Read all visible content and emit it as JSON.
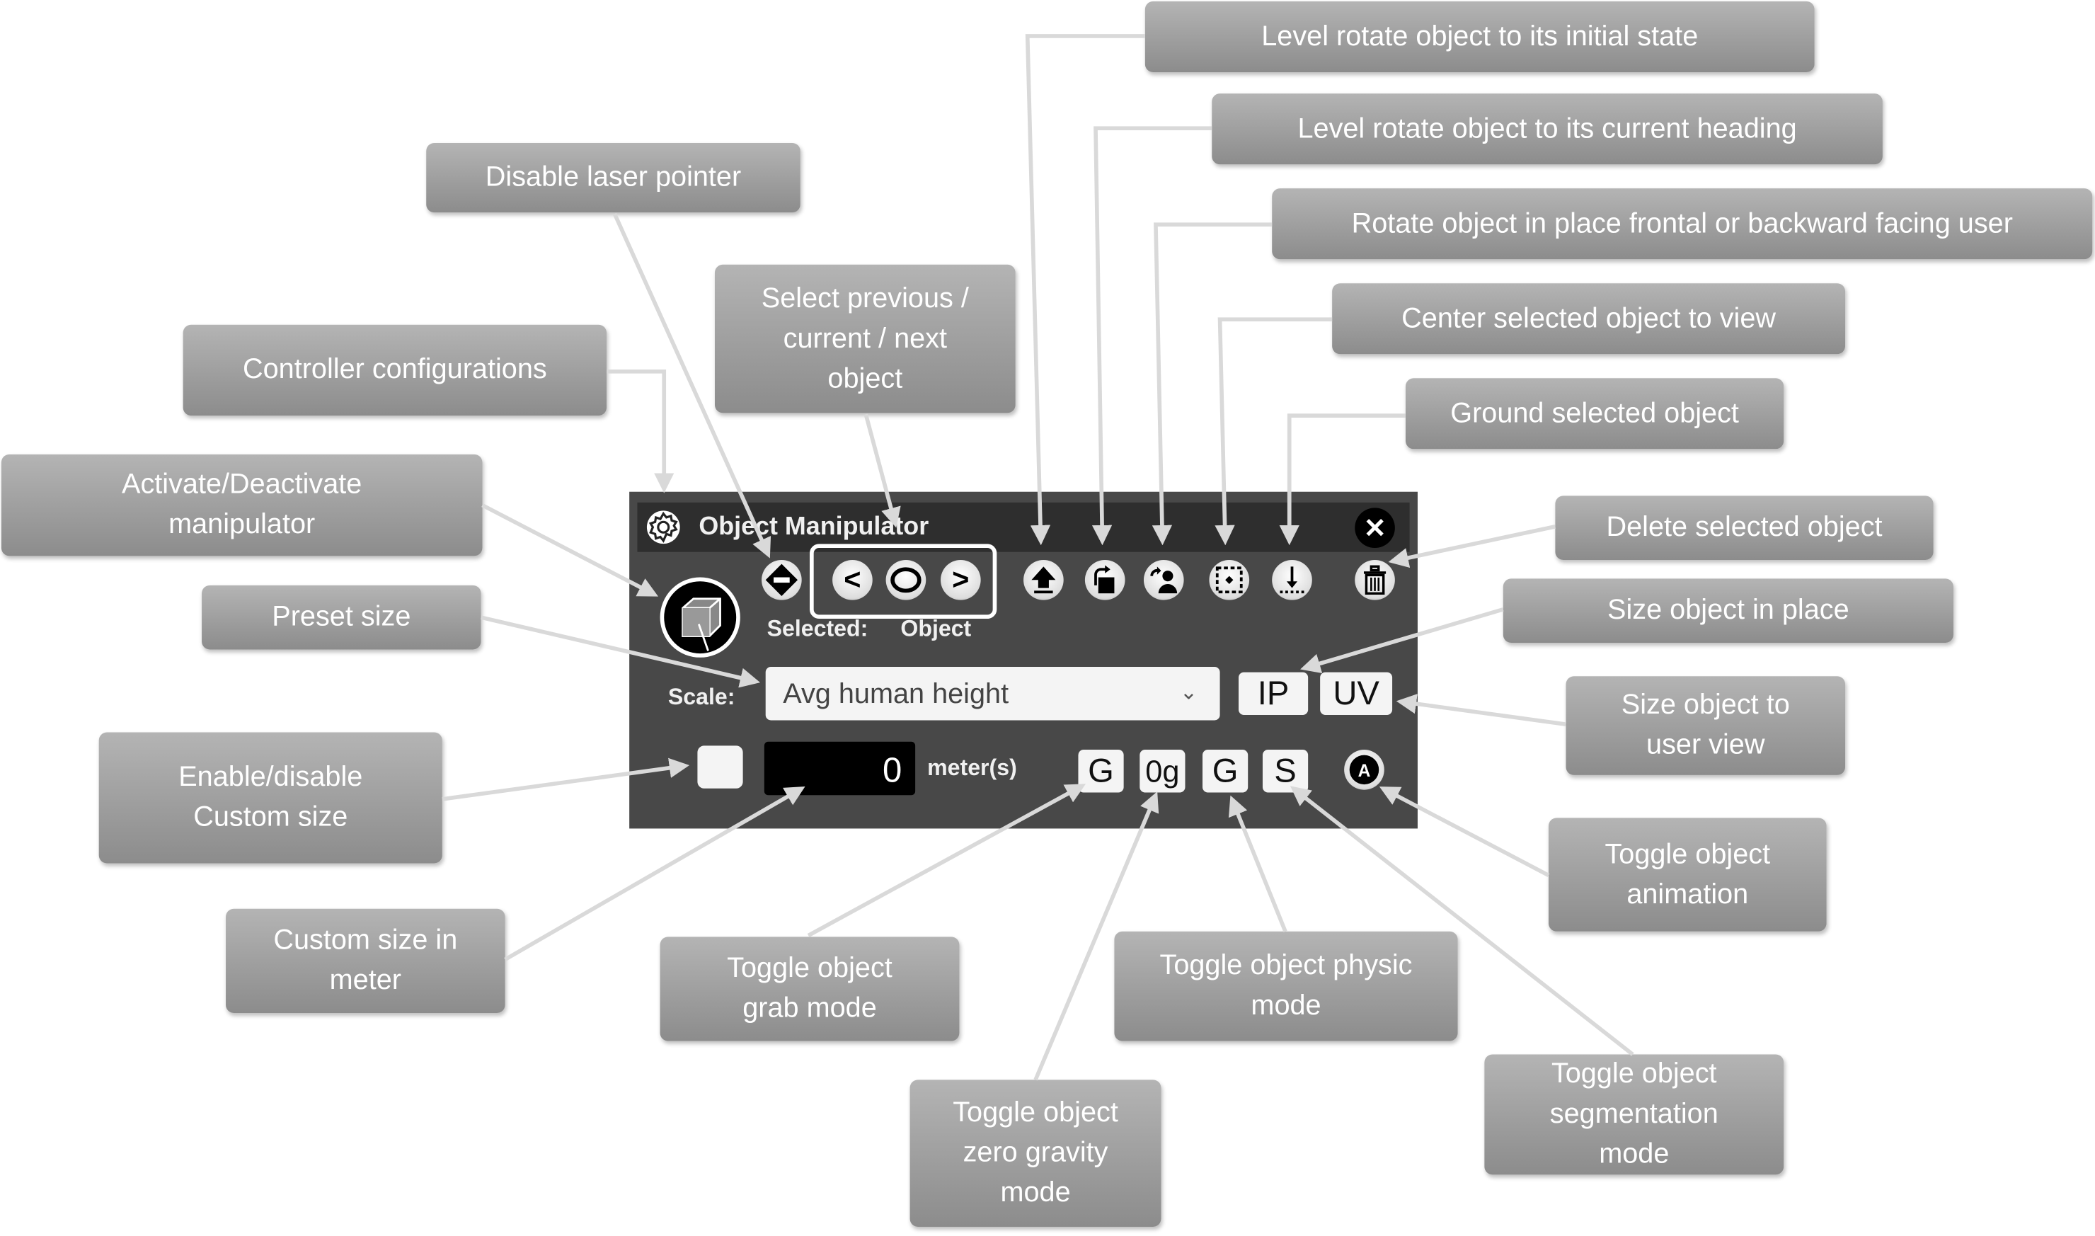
{
  "panel": {
    "title": "Object Manipulator",
    "selected_label": "Selected:",
    "selected_value": "Object",
    "scale_label": "Scale:",
    "scale_value": "Avg human height",
    "ip_label": "IP",
    "uv_label": "UV",
    "custom_size_value": "0",
    "unit_label": "meter(s)",
    "grab_label": "G",
    "zero_gravity_label": "0g",
    "physic_label": "G",
    "segmentation_label": "S",
    "animation_label": "A",
    "custom_size_enabled": false
  },
  "callouts": [
    "Level rotate object to its initial state",
    "Level rotate object to its current heading",
    "Rotate object in place frontal or backward facing user",
    "Center selected object to view",
    "Ground selected object",
    "Disable laser pointer",
    "Select previous / current / next object",
    "Controller configurations",
    "Activate/Deactivate manipulator",
    "Preset size",
    "Enable/disable Custom size",
    "Custom size in meter",
    "Toggle object grab mode",
    "Toggle object zero gravity mode",
    "Toggle object physic mode",
    "Toggle object segmentation mode",
    "Toggle object animation",
    "Size object to user view",
    "Size object in place",
    "Delete selected object"
  ],
  "colors": {
    "callout": "#9e9e9e",
    "panel": "#484848",
    "titlebar": "#2e2e2e",
    "arrow": "#d9d9d9"
  }
}
